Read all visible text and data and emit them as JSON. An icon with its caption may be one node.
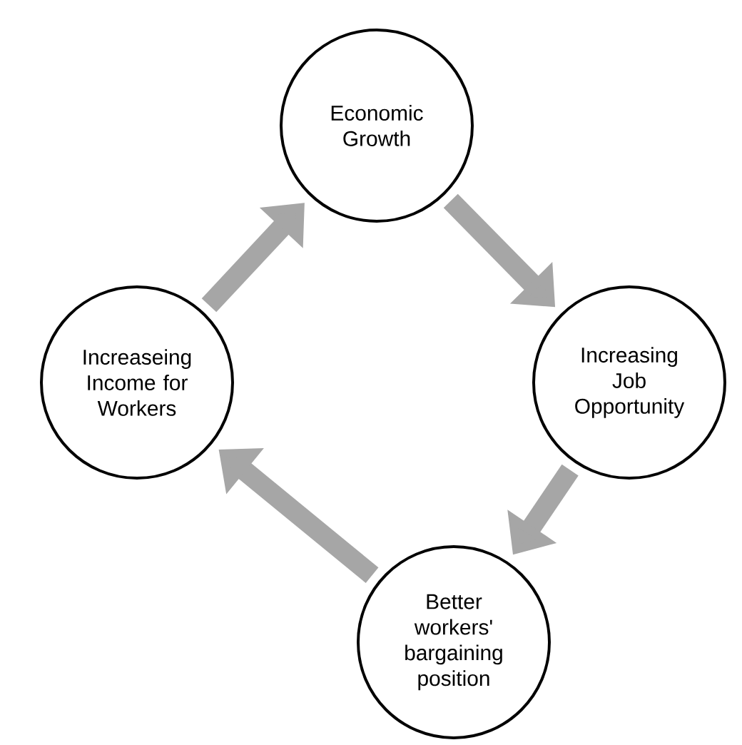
{
  "diagram": {
    "nodes": [
      {
        "text": [
          "Economic Growth"
        ]
      },
      {
        "text": [
          "Increasing Job Opportunity"
        ]
      },
      {
        "text": [
          "Better workers' bargaining position"
        ]
      },
      {
        "text": [
          "Increaseing Income for Workers"
        ]
      }
    ],
    "edges": [
      {
        "from": 0,
        "to": 1,
        "arrow": "to"
      },
      {
        "from": 1,
        "to": 2,
        "arrow": "to"
      },
      {
        "from": 2,
        "to": 3,
        "arrow": "to"
      },
      {
        "from": 3,
        "to": 0,
        "arrow": "to"
      }
    ]
  }
}
